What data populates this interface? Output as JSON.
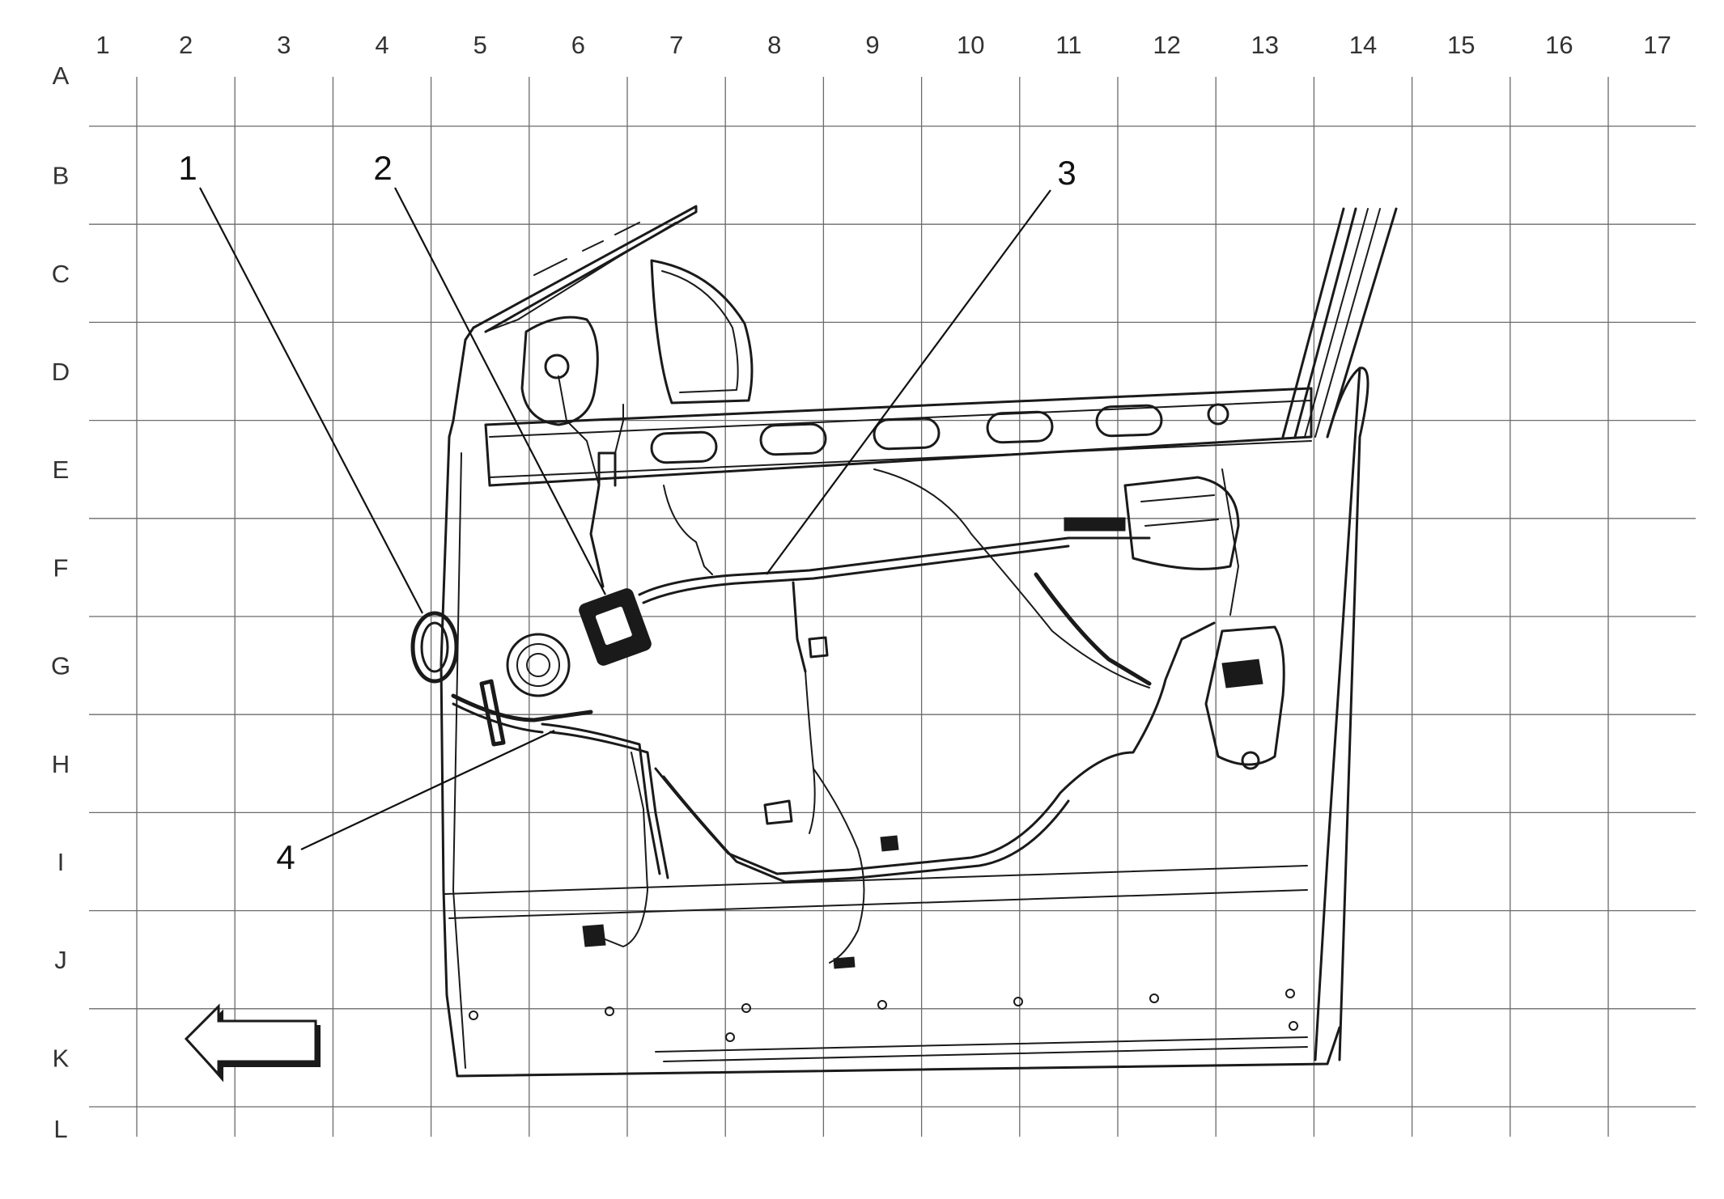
{
  "grid": {
    "columns": [
      "1",
      "2",
      "3",
      "4",
      "5",
      "6",
      "7",
      "8",
      "9",
      "10",
      "11",
      "12",
      "13",
      "14",
      "15",
      "16",
      "17"
    ],
    "rows": [
      "A",
      "B",
      "C",
      "D",
      "E",
      "F",
      "G",
      "H",
      "I",
      "J",
      "K",
      "L"
    ]
  },
  "callouts": [
    {
      "id": "1",
      "label": "1"
    },
    {
      "id": "2",
      "label": "2"
    },
    {
      "id": "3",
      "label": "3"
    },
    {
      "id": "4",
      "label": "4"
    }
  ],
  "icons": {
    "direction_arrow": "arrow-left-icon"
  }
}
